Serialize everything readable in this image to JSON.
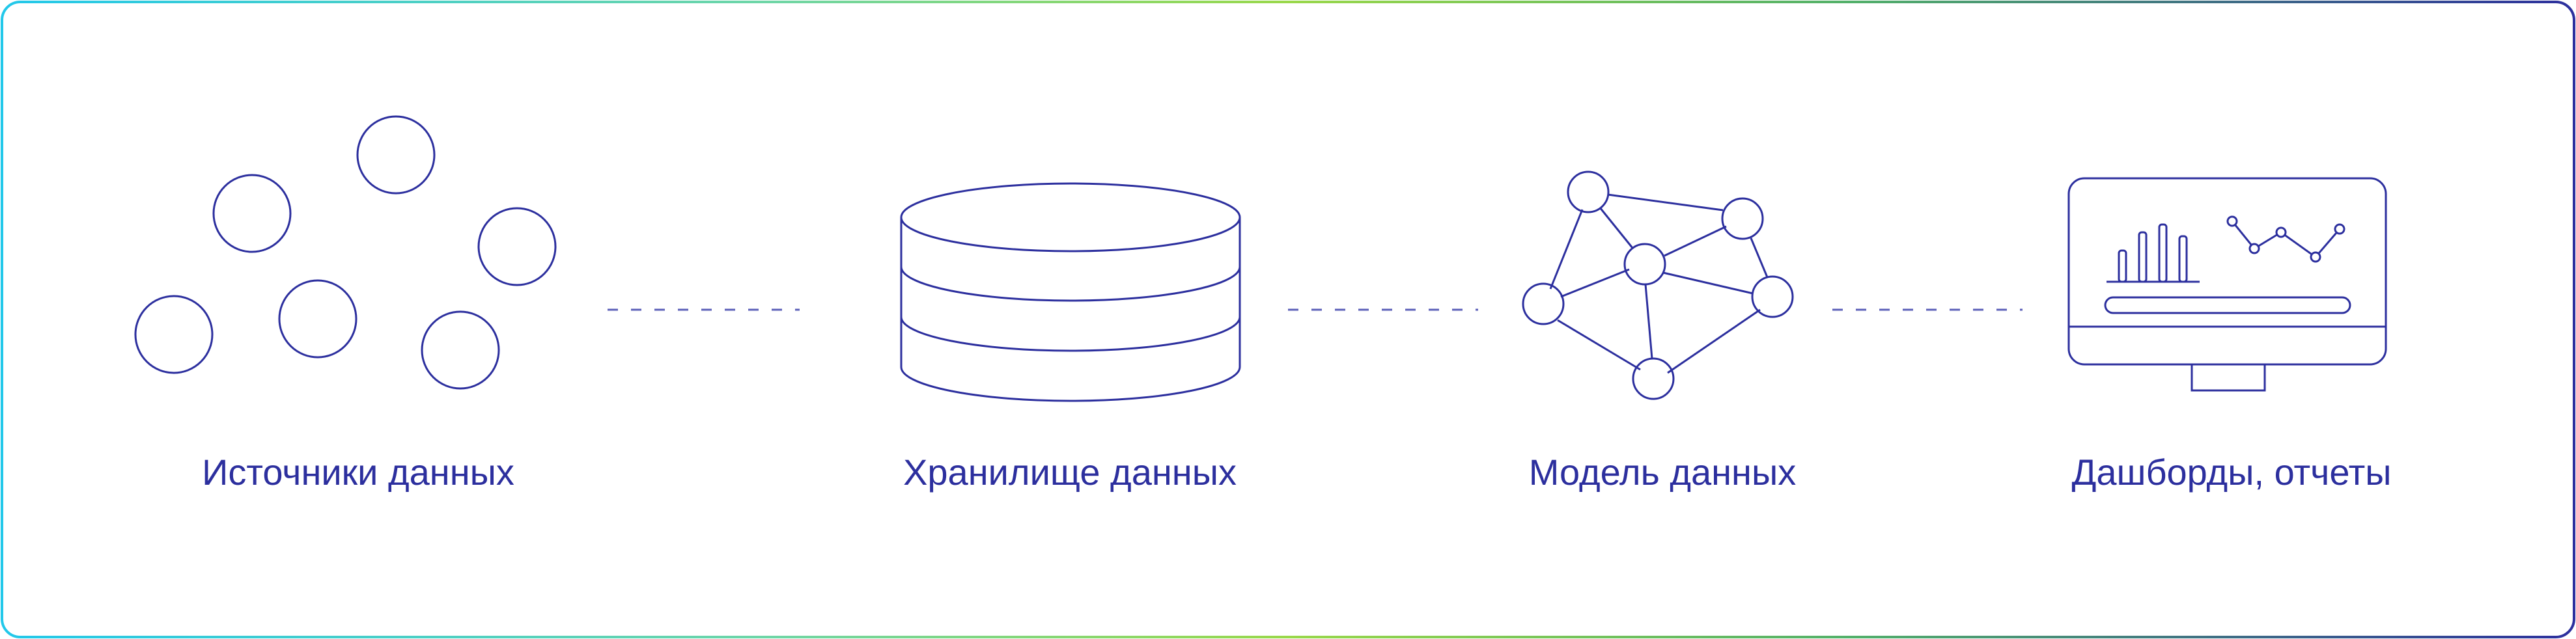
{
  "colors": {
    "stroke": "#2c2f9e",
    "label": "#2c2f9e",
    "connector": "#5b5fb8",
    "border_gradient": [
      "#22c8ea",
      "#6fd6a6",
      "#9ad84a",
      "#52b06a",
      "#2c2f9e"
    ]
  },
  "stages": [
    {
      "id": "sources",
      "label": "Источники данных",
      "icon": "data-sources-icon"
    },
    {
      "id": "warehouse",
      "label": "Хранилище данных",
      "icon": "database-icon"
    },
    {
      "id": "model",
      "label": "Модель данных",
      "icon": "network-graph-icon"
    },
    {
      "id": "dashboards",
      "label": "Дашборды, отчеты",
      "icon": "dashboard-monitor-icon"
    }
  ]
}
